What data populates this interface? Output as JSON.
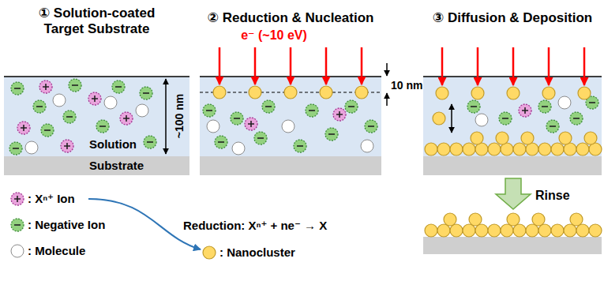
{
  "diagram": {
    "nodes": [
      {
        "text": [
          "① Solution-coated Target Substrate"
        ]
      },
      {
        "text": [
          "Solution"
        ],
        "in": 0
      },
      {
        "text": [
          "Substrate"
        ],
        "in": 0
      },
      {
        "text": [
          "② Reduction & Nucleation"
        ]
      },
      {
        "text": [
          "③ Diffusion & Deposition"
        ]
      }
    ],
    "labels": [
      "~100 nm",
      "e⁻ (~10 eV)",
      "10 nm",
      "Rinse",
      "Reduction: Xⁿ⁺ + ne⁻ → X"
    ],
    "legend": [
      {
        "text": ": Xⁿ⁺ Ion"
      },
      {
        "text": ": Negative Ion"
      },
      {
        "text": ": Molecule"
      },
      {
        "text": ": Nanocluster"
      }
    ]
  }
}
